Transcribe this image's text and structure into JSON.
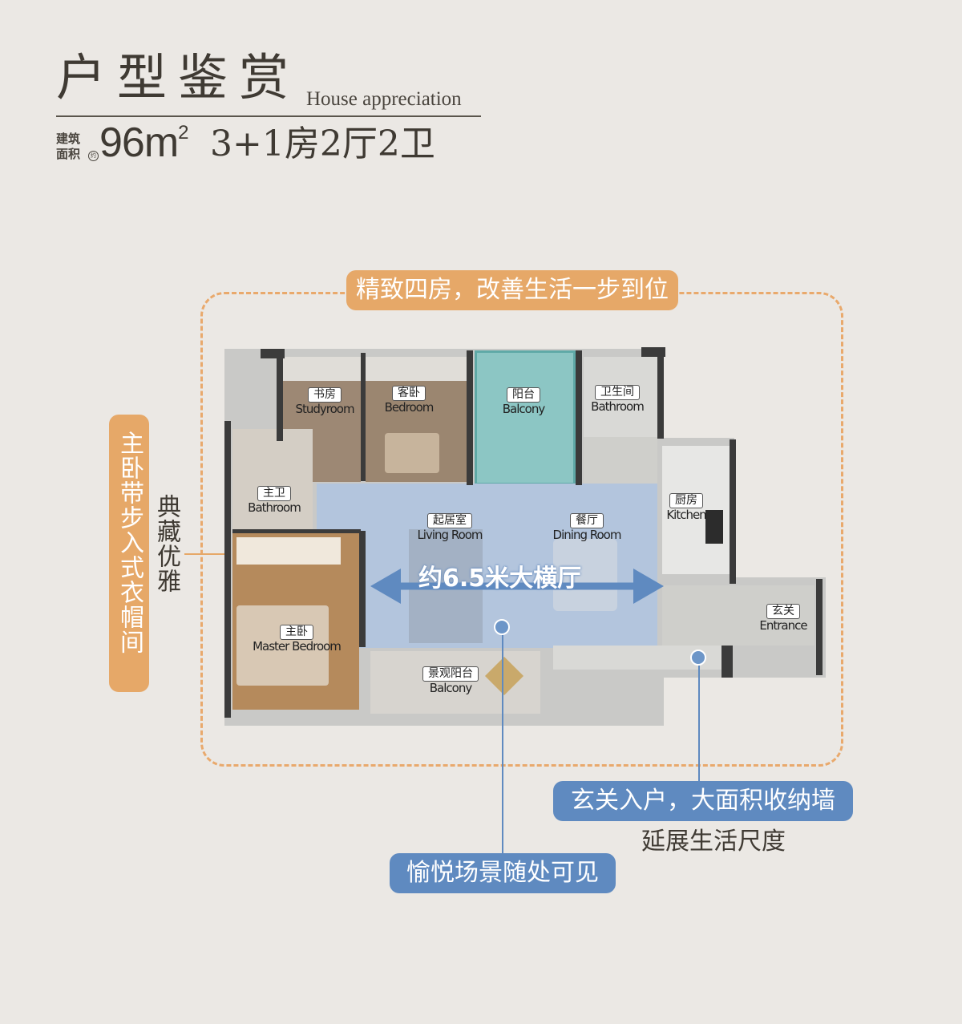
{
  "header": {
    "title": "户型鉴赏",
    "title_en": "House appreciation",
    "area_label_1": "建筑",
    "area_label_2": "面积",
    "area_label_mark": "约",
    "area_value": "96m",
    "area_unit_sup": "2",
    "layout": "3+1房2厅2卫"
  },
  "callouts": {
    "top": "精致四房，改善生活一步到位",
    "left": "主卧带步入式衣帽间",
    "left_side": "典藏优雅",
    "hall": "约6.5米大横厅",
    "view": "愉悦场景随处可见",
    "entrance": "玄关入户，大面积收纳墙",
    "entrance_sub": "延展生活尺度"
  },
  "rooms": {
    "study": {
      "cn": "书房",
      "en": "Studyroom"
    },
    "guest": {
      "cn": "客卧",
      "en": "Bedroom"
    },
    "balcony": {
      "cn": "阳台",
      "en": "Balcony"
    },
    "bath2": {
      "cn": "卫生间",
      "en": "Bathroom"
    },
    "master_bath": {
      "cn": "主卫",
      "en": "Bathroom"
    },
    "living": {
      "cn": "起居室",
      "en": "Living Room"
    },
    "dining": {
      "cn": "餐厅",
      "en": "Dining Room"
    },
    "kitchen": {
      "cn": "厨房",
      "en": "Kitchen"
    },
    "master": {
      "cn": "主卧",
      "en": "Master Bedroom"
    },
    "entrance": {
      "cn": "玄关",
      "en": "Entrance"
    },
    "view_balcony": {
      "cn": "景观阳台",
      "en": "Balcony"
    }
  },
  "colors": {
    "orange": "#e6a868",
    "blue": "#5f8ac0",
    "teal": "#8cc6c4",
    "wood": "#b58a5c",
    "floor_blue": "#b3c5dd"
  }
}
